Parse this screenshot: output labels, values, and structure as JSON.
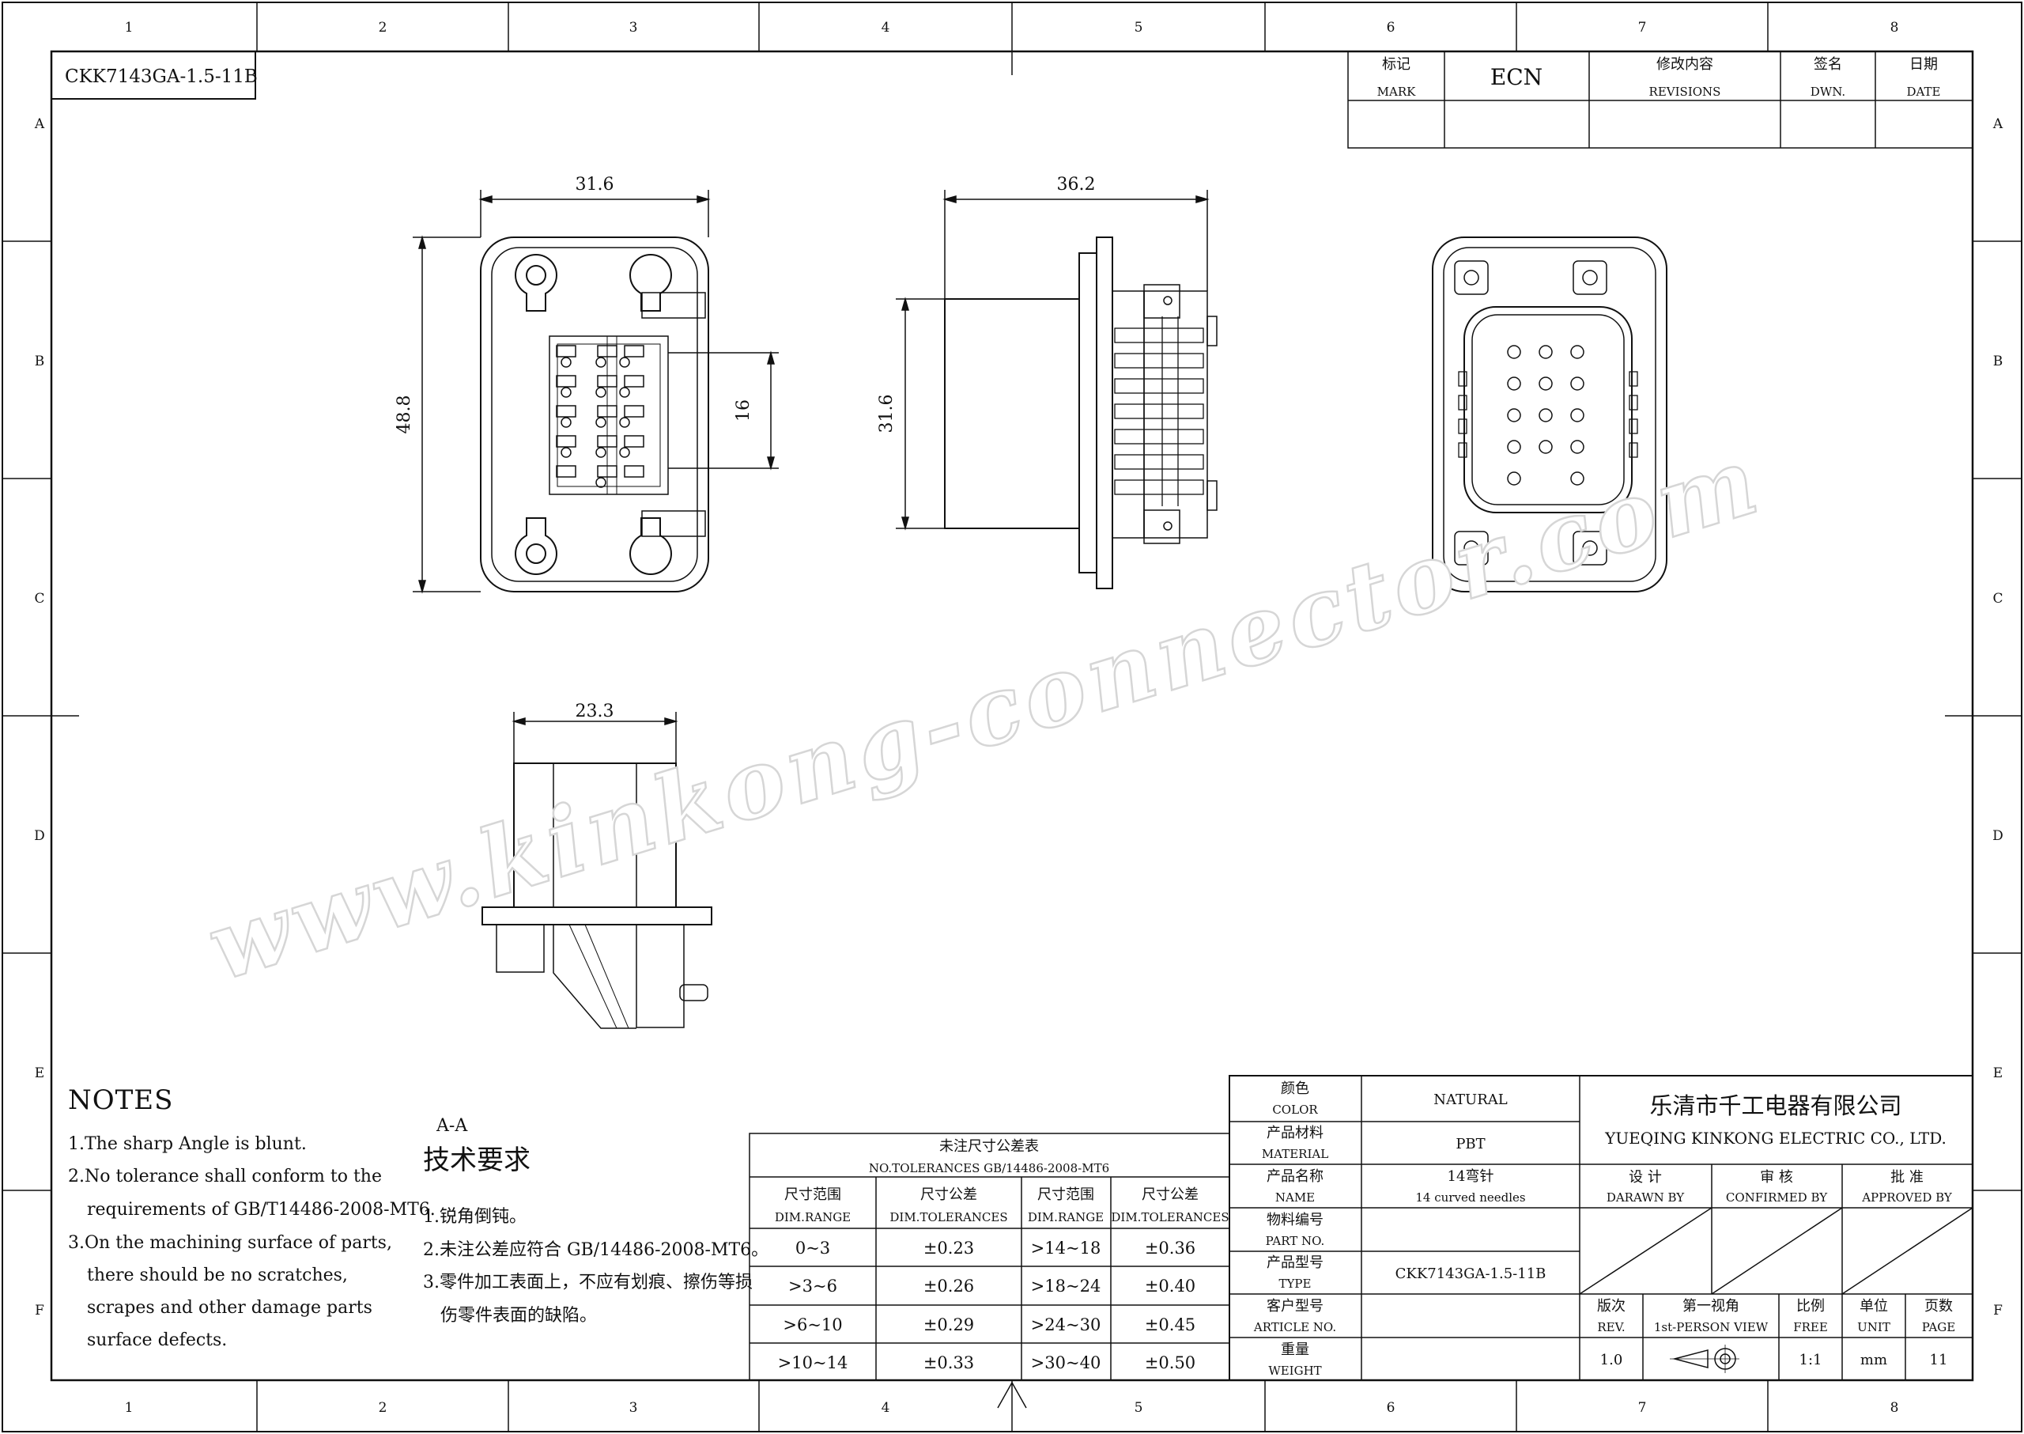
{
  "drawing": {
    "part_number": "CKK7143GA-1.5-11B",
    "watermark": "www.kinkong-connector.com"
  },
  "border": {
    "columns": [
      "1",
      "2",
      "3",
      "4",
      "5",
      "6",
      "7",
      "8"
    ],
    "rows": [
      "A",
      "B",
      "C",
      "D",
      "E",
      "F"
    ]
  },
  "revision_block": {
    "mark_cn": "标记",
    "mark_en": "MARK",
    "ecn": "ECN",
    "revisions_cn": "修改内容",
    "revisions_en": "REVISIONS",
    "dwn_cn": "签名",
    "dwn_en": "DWN.",
    "date_cn": "日期",
    "date_en": "DATE"
  },
  "dimensions": {
    "front_width": "31.6",
    "front_height": "48.8",
    "pin_span": "16",
    "side_depth": "36.2",
    "side_height": "31.6",
    "bottom_width": "23.3"
  },
  "section_label": "A-A",
  "notes": {
    "title": "NOTES",
    "lines": [
      "1.The sharp Angle is blunt.",
      "2.No tolerance shall conform to the",
      "requirements of GB/T14486-2008-MT6.",
      "3.On the machining surface of parts,",
      "there should be no scratches,",
      "scrapes and other damage parts",
      "surface defects."
    ]
  },
  "tech_requirements": {
    "title": "技术要求",
    "lines": [
      "1.锐角倒钝。",
      "2.未注公差应符合 GB/14486-2008-MT6。",
      "3.零件加工表面上，不应有划痕、擦伤等损",
      "伤零件表面的缺陷。"
    ]
  },
  "tolerance_table": {
    "title_cn": "未注尺寸公差表",
    "title_en": "NO.TOLERANCES GB/14486-2008-MT6",
    "headers": [
      {
        "cn": "尺寸范围",
        "en": "DIM.RANGE"
      },
      {
        "cn": "尺寸公差",
        "en": "DIM.TOLERANCES"
      },
      {
        "cn": "尺寸范围",
        "en": "DIM.RANGE"
      },
      {
        "cn": "尺寸公差",
        "en": "DIM.TOLERANCES"
      }
    ],
    "rows": [
      [
        "0~3",
        "±0.23",
        ">14~18",
        "±0.36"
      ],
      [
        ">3~6",
        "±0.26",
        ">18~24",
        "±0.40"
      ],
      [
        ">6~10",
        "±0.29",
        ">24~30",
        "±0.45"
      ],
      [
        ">10~14",
        "±0.33",
        ">30~40",
        "±0.50"
      ]
    ]
  },
  "title_block": {
    "fields": [
      {
        "cn": "颜色",
        "en": "COLOR",
        "value": "NATURAL"
      },
      {
        "cn": "产品材料",
        "en": "MATERIAL",
        "value": "PBT"
      },
      {
        "cn": "产品名称",
        "en": "NAME",
        "value": "14弯针",
        "value2": "14 curved needles"
      },
      {
        "cn": "物料编号",
        "en": "PART NO.",
        "value": ""
      },
      {
        "cn": "产品型号",
        "en": "TYPE",
        "value": "CKK7143GA-1.5-11B"
      },
      {
        "cn": "客户型号",
        "en": "ARTICLE NO.",
        "value": ""
      },
      {
        "cn": "重量",
        "en": "WEIGHT",
        "value": ""
      }
    ],
    "company_cn": "乐清市千工电器有限公司",
    "company_en": "YUEQING KINKONG ELECTRIC CO., LTD.",
    "approvals": [
      {
        "cn": "设 计",
        "en": "DARAWN BY"
      },
      {
        "cn": "审 核",
        "en": "CONFIRMED BY"
      },
      {
        "cn": "批 准",
        "en": "APPROVED BY"
      }
    ],
    "info_headers": [
      {
        "cn": "版次",
        "en": "REV."
      },
      {
        "cn": "第一视角",
        "en": "1st-PERSON VIEW"
      },
      {
        "cn": "比例",
        "en": "FREE"
      },
      {
        "cn": "单位",
        "en": "UNIT"
      },
      {
        "cn": "页数",
        "en": "PAGE"
      }
    ],
    "info_values": {
      "rev": "1.0",
      "scale": "1:1",
      "unit": "mm",
      "page": "11"
    }
  }
}
